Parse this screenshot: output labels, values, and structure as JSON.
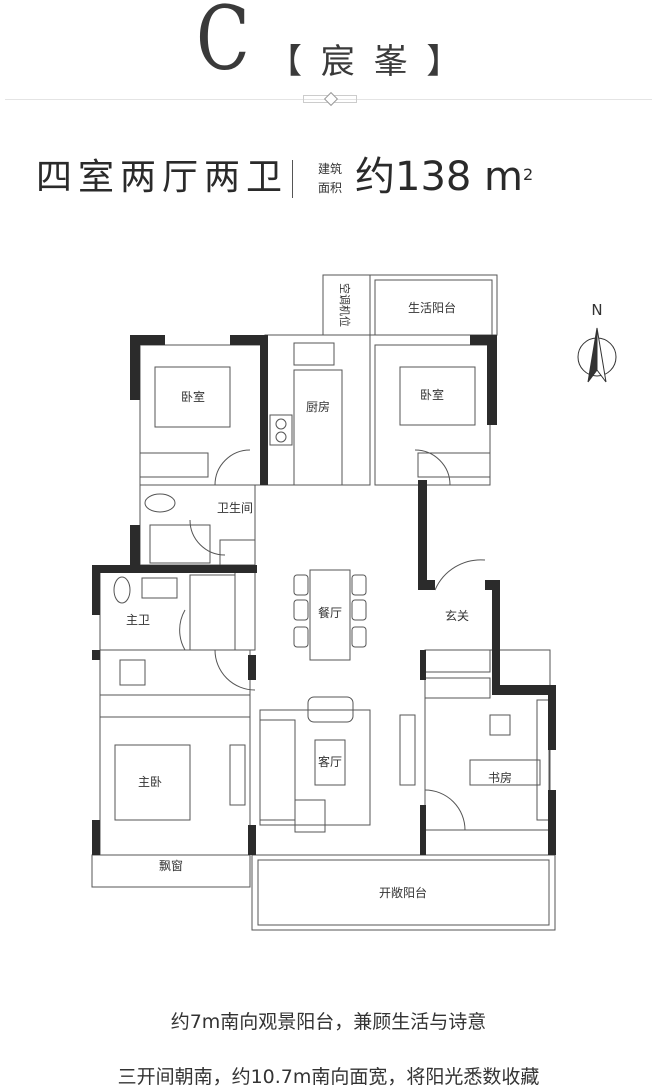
{
  "header": {
    "type_letter": "C",
    "type_name": "【 宸 峯 】"
  },
  "summary": {
    "layout": "四室两厅两卫",
    "area_label_line1": "建筑",
    "area_label_line2": "面积",
    "area_value": "约138 m",
    "area_unit_sup": "2"
  },
  "plan": {
    "compass": "N",
    "rooms": {
      "bedroom_nw": "卧室",
      "kitchen": "厨房",
      "bedroom_ne": "卧室",
      "utility_balcony": "生活阳台",
      "ac_unit": "空调机位",
      "bathroom": "卫生间",
      "master_bath": "主卫",
      "dining": "餐厅",
      "foyer": "玄关",
      "master_bedroom": "主卧",
      "living": "客厅",
      "study": "书房",
      "bay_window": "飘窗",
      "open_balcony": "开敞阳台"
    }
  },
  "captions": [
    "约7m南向观景阳台，兼顾生活与诗意",
    "三开间朝南，约10.7m南向面宽，将阳光悉数收藏"
  ]
}
